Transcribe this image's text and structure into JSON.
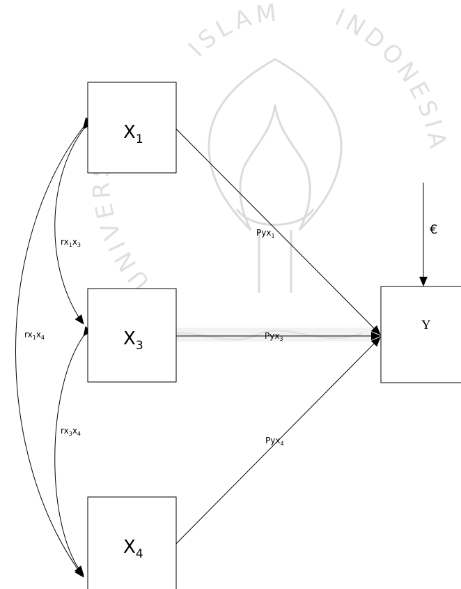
{
  "watermark": {
    "arc_top": "ISLAM",
    "arc_left": "UNIVERSITAS",
    "arc_right": "INDONESIA"
  },
  "nodes": {
    "x1": {
      "main": "X",
      "sub": "1"
    },
    "x3": {
      "main": "X",
      "sub": "3"
    },
    "x4": {
      "main": "X",
      "sub": "4"
    },
    "y": {
      "label": "Y"
    },
    "error": {
      "label": "€"
    }
  },
  "correlations": {
    "r13": {
      "a": "rx",
      "s1": "1",
      "b": "x",
      "s2": "3"
    },
    "r14": {
      "a": "rx",
      "s1": "1",
      "b": "x",
      "s2": "4"
    },
    "r34": {
      "a": "rx",
      "s1": "3",
      "b": "x",
      "s2": "4"
    }
  },
  "paths": {
    "p1": {
      "a": "Pyx",
      "s": "1"
    },
    "p3": {
      "a": "Pyx",
      "s": "3"
    },
    "p4": {
      "a": "Pyx",
      "s": "4"
    }
  }
}
